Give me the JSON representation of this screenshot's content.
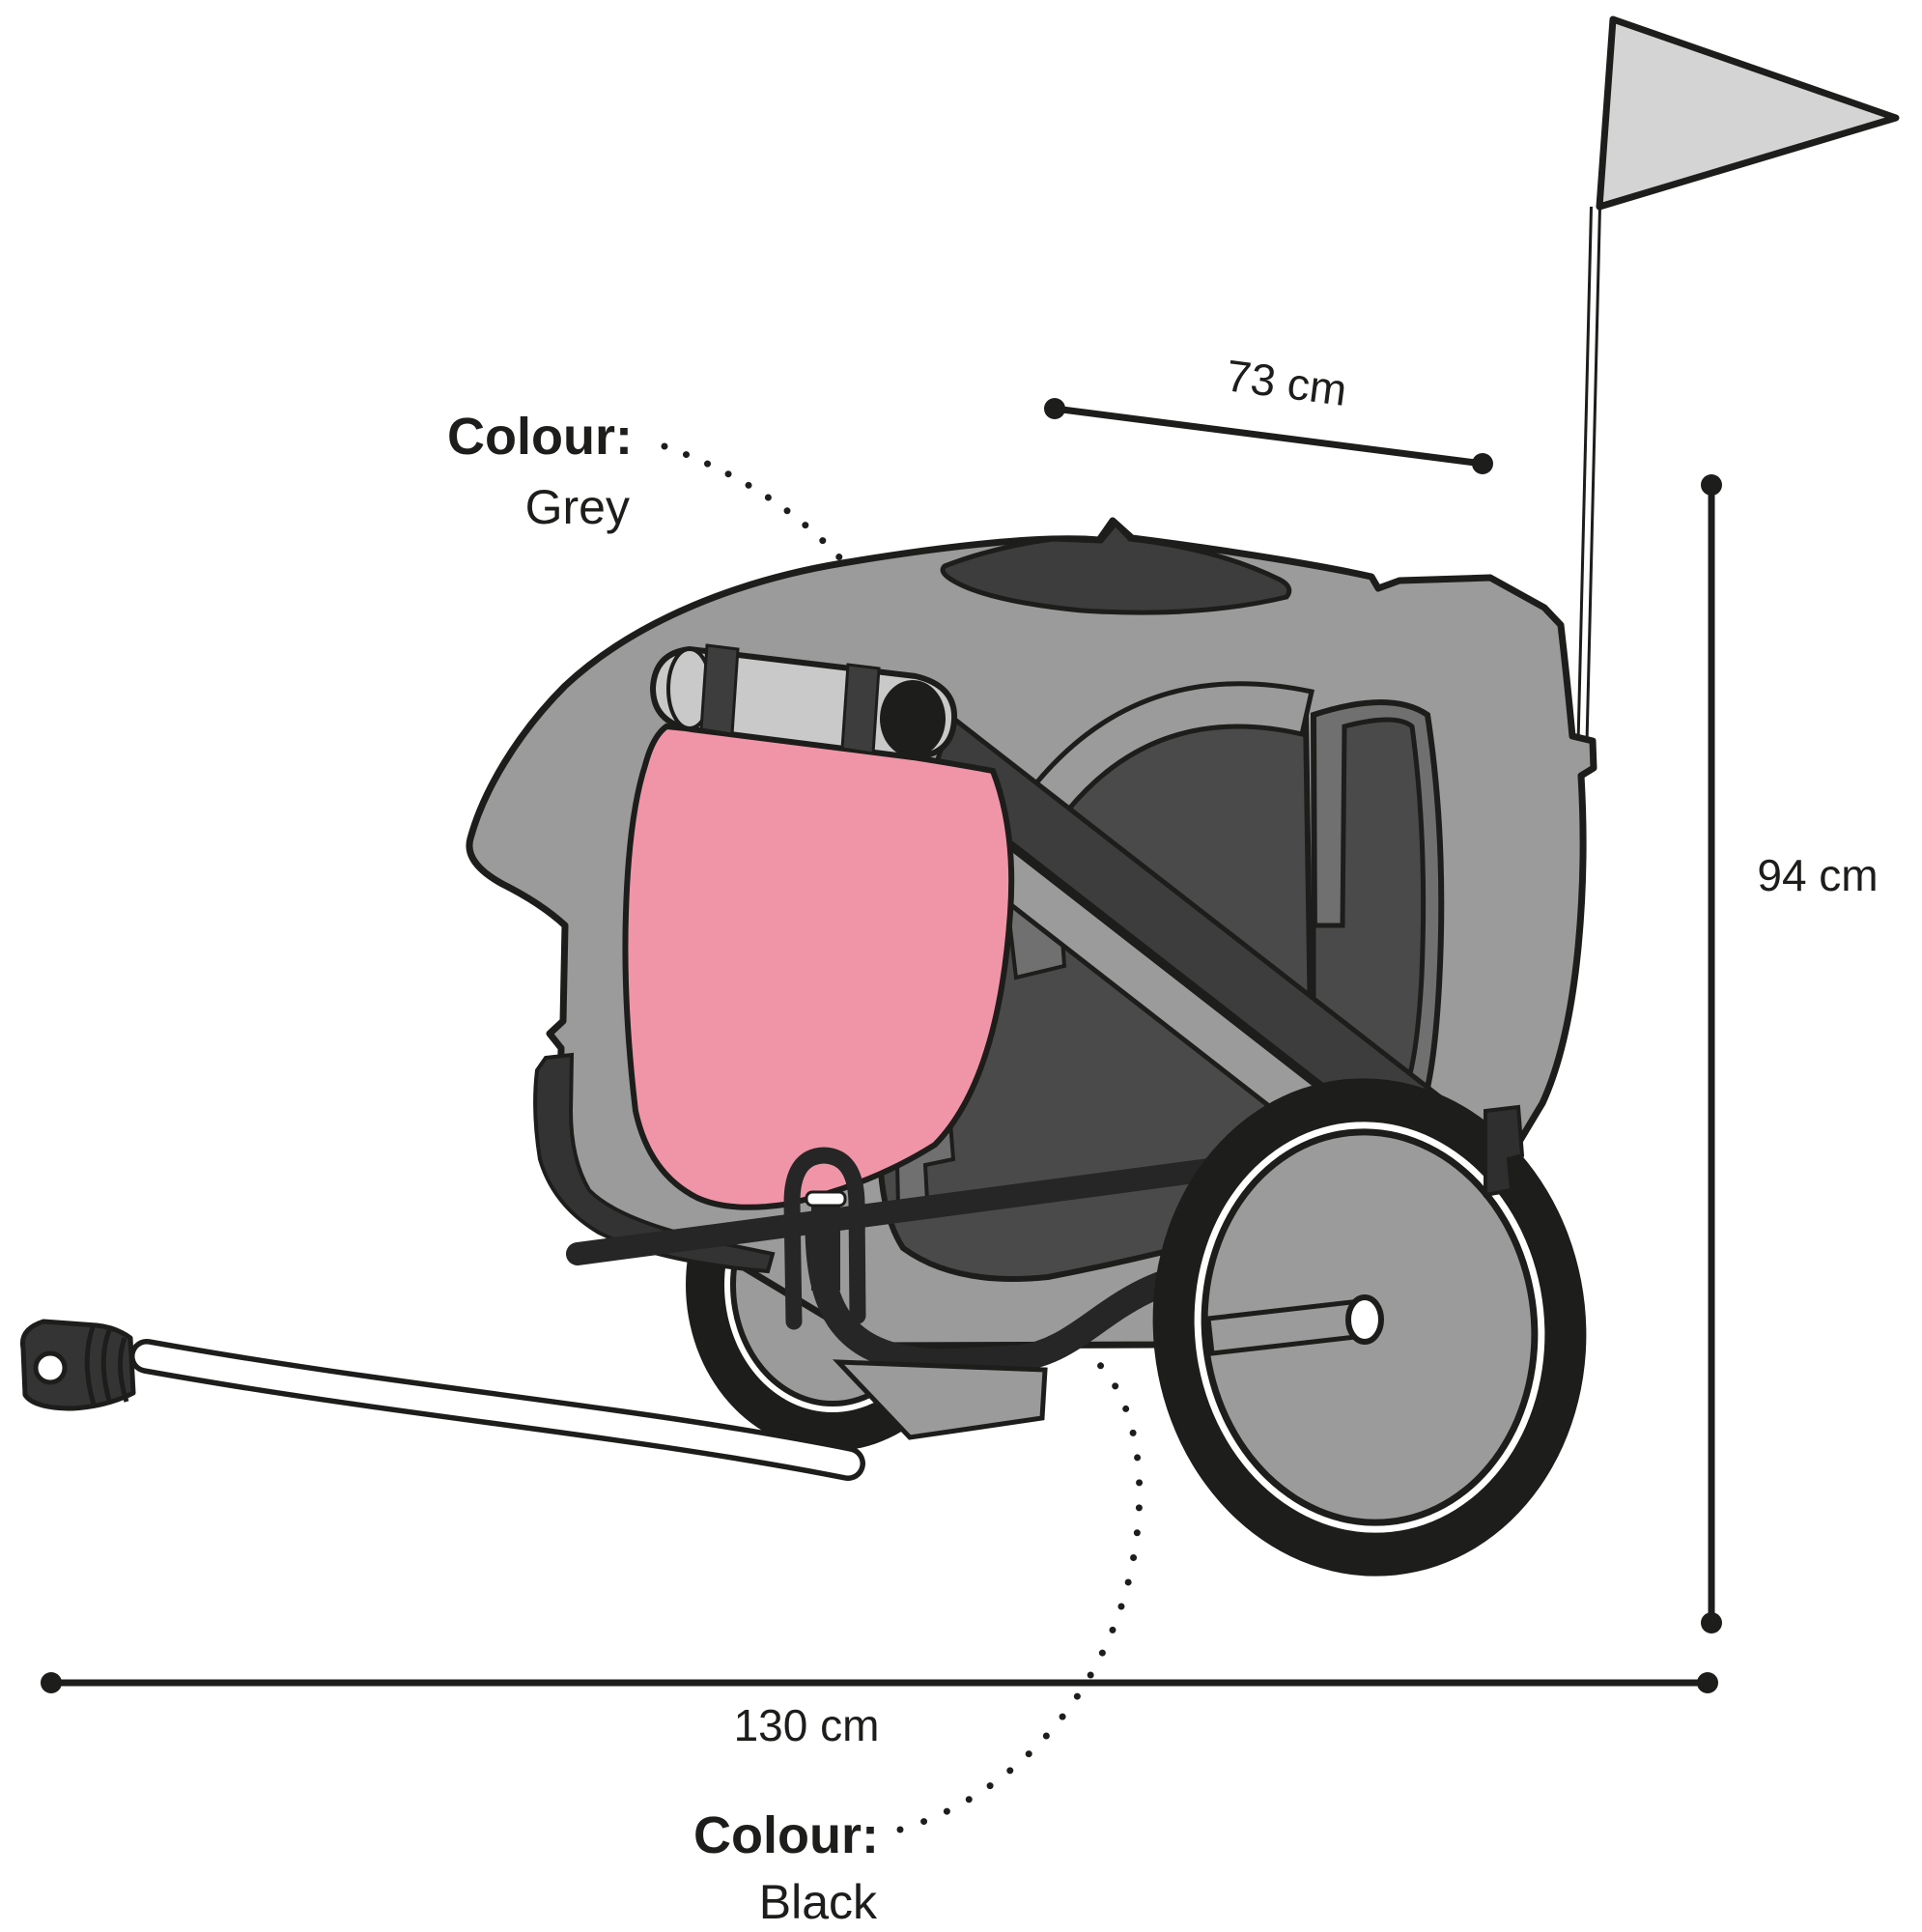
{
  "annotations": {
    "colour_grey": {
      "title": "Colour:",
      "value": "Grey"
    },
    "colour_black": {
      "title": "Colour:",
      "value": "Black"
    }
  },
  "measurements": {
    "inner_length_top": "73 cm",
    "height": "94 cm",
    "total_length": "130 cm"
  },
  "colors": {
    "body_grey": "#9b9b9b",
    "light_grey": "#c9c9c9",
    "flag_grey": "#d4d4d4",
    "panel_dark": "#3d3d3d",
    "window_dark": "#4a4a4a",
    "window_mid": "#707070",
    "frame_black": "#262626",
    "pink": "#f094a8",
    "outline": "#1d1d1b",
    "white": "#ffffff"
  }
}
